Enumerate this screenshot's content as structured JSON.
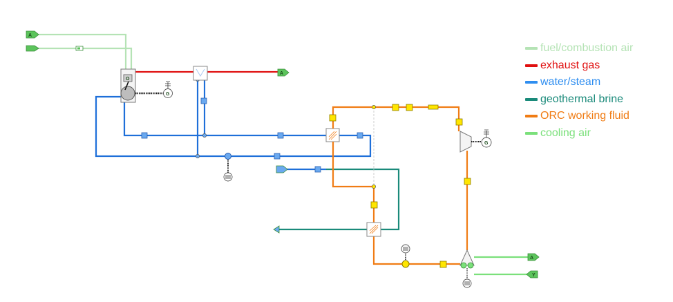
{
  "colors": {
    "fuel_air": "#b5e3b5",
    "exhaust": "#e01010",
    "water": "#1e6fd9",
    "brine": "#1a8a7a",
    "orc": "#f07c14",
    "cooling": "#7be07b"
  },
  "legend": [
    {
      "label": "fuel/combustion air",
      "color": "#b5e3b5"
    },
    {
      "label": "exhaust gas",
      "color": "#e01010"
    },
    {
      "label": "water/steam",
      "color": "#1e6fd9"
    },
    {
      "label": "geothermal brine",
      "color": "#1a8a7a"
    },
    {
      "label": "ORC working fluid",
      "color": "#f07c14"
    },
    {
      "label": "cooling air",
      "color": "#7be07b"
    }
  ],
  "labels": {
    "fuel_in": "A",
    "exhaust_out": "A",
    "cooling_out": "A",
    "cooling_in": "Y",
    "gen_boiler": "G",
    "gen_turbine": "G",
    "boiler": "O"
  }
}
